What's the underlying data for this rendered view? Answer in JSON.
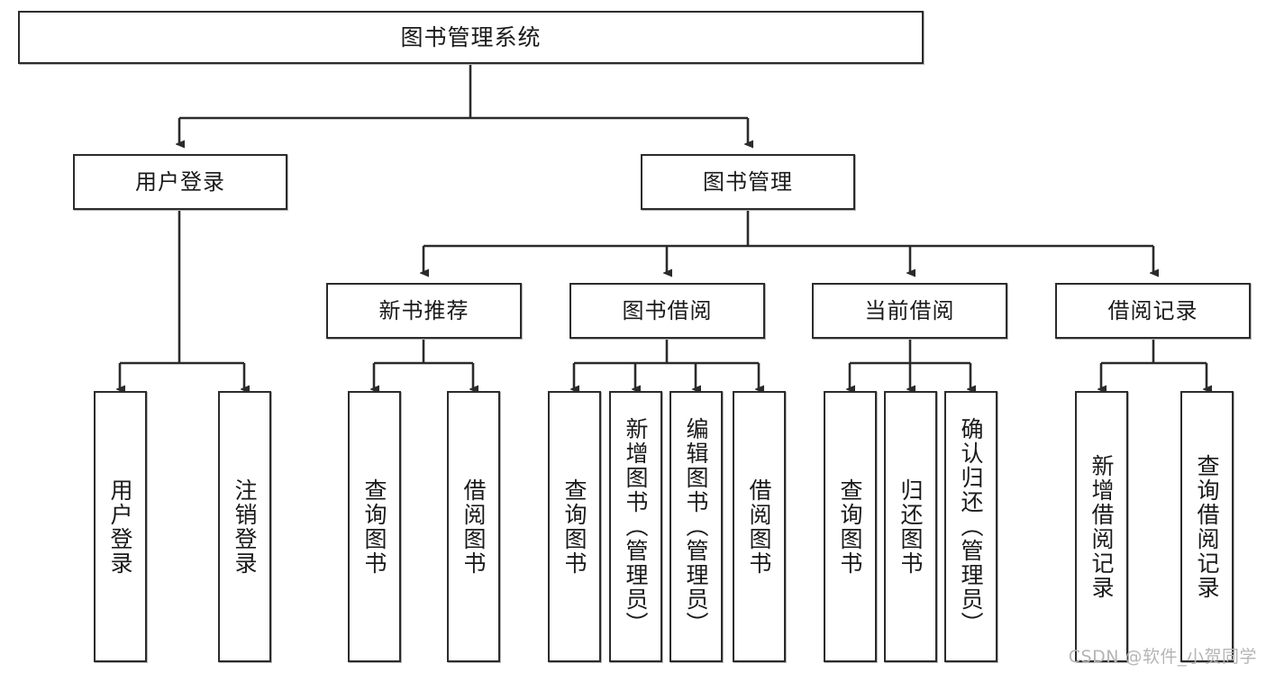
{
  "diagram": {
    "title": "图书管理系统",
    "type": "tree-hierarchy-chart",
    "root": {
      "label": "图书管理系统"
    },
    "level2": [
      {
        "label": "用户登录"
      },
      {
        "label": "图书管理"
      }
    ],
    "level3": [
      {
        "label": "新书推荐"
      },
      {
        "label": "图书借阅"
      },
      {
        "label": "当前借阅"
      },
      {
        "label": "借阅记录"
      }
    ],
    "leaves": {
      "user_login": [
        {
          "label": "用户登录"
        },
        {
          "label": "注销登录"
        }
      ],
      "new_book_recommend": [
        {
          "label": "查询图书"
        },
        {
          "label": "借阅图书"
        }
      ],
      "book_borrow": [
        {
          "label": "查询图书"
        },
        {
          "label": "新增图书（管理员）"
        },
        {
          "label": "编辑图书（管理员）"
        },
        {
          "label": "借阅图书"
        }
      ],
      "current_borrow": [
        {
          "label": "查询图书"
        },
        {
          "label": "归还图书"
        },
        {
          "label": "确认归还（管理员）"
        }
      ],
      "borrow_record": [
        {
          "label": "新增借阅记录"
        },
        {
          "label": "查询借阅记录"
        }
      ]
    }
  },
  "watermark": {
    "text": "CSDN @软件_小贺同学"
  },
  "colors": {
    "border": "#2b2b2b",
    "background": "#ffffff",
    "text": "#1a1a1a",
    "watermark": "#b5b5b5"
  }
}
